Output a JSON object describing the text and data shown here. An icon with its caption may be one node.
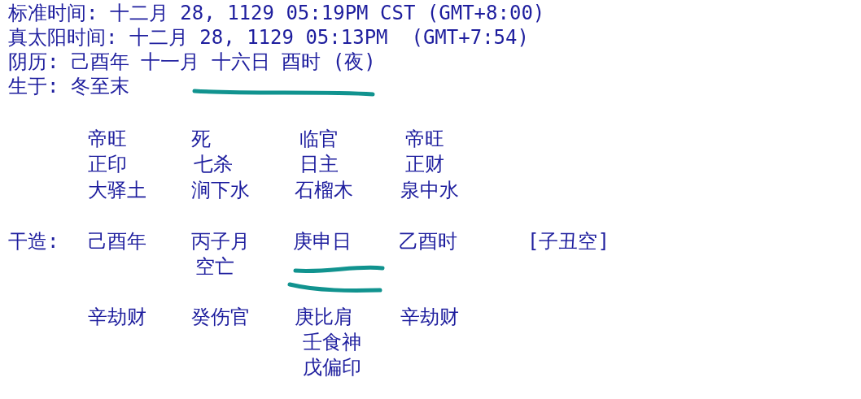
{
  "diagram": {
    "labels": [
      "标准时间: 十二月 28, 1129 05:19PM CST (GMT+8:00)",
      "真太阳时间: 十二月 28, 1129 05:13PM  (GMT+7:54)",
      "阴历: 己酉年 十一月 十六日 酉时 (夜)",
      "生于: 冬至末",
      "帝旺",
      "死",
      "临官",
      "帝旺",
      "正印",
      "七杀",
      "日主",
      "正财",
      "大驿土",
      "涧下水",
      "石榴木",
      "泉中水",
      "干造:",
      "己酉年",
      "丙子月",
      "庚申日",
      "乙酉时",
      "[子丑空]",
      "空亡",
      "辛劫财",
      "癸伤官",
      "庚比肩",
      "辛劫财",
      "壬食神",
      "戊偏印"
    ]
  }
}
